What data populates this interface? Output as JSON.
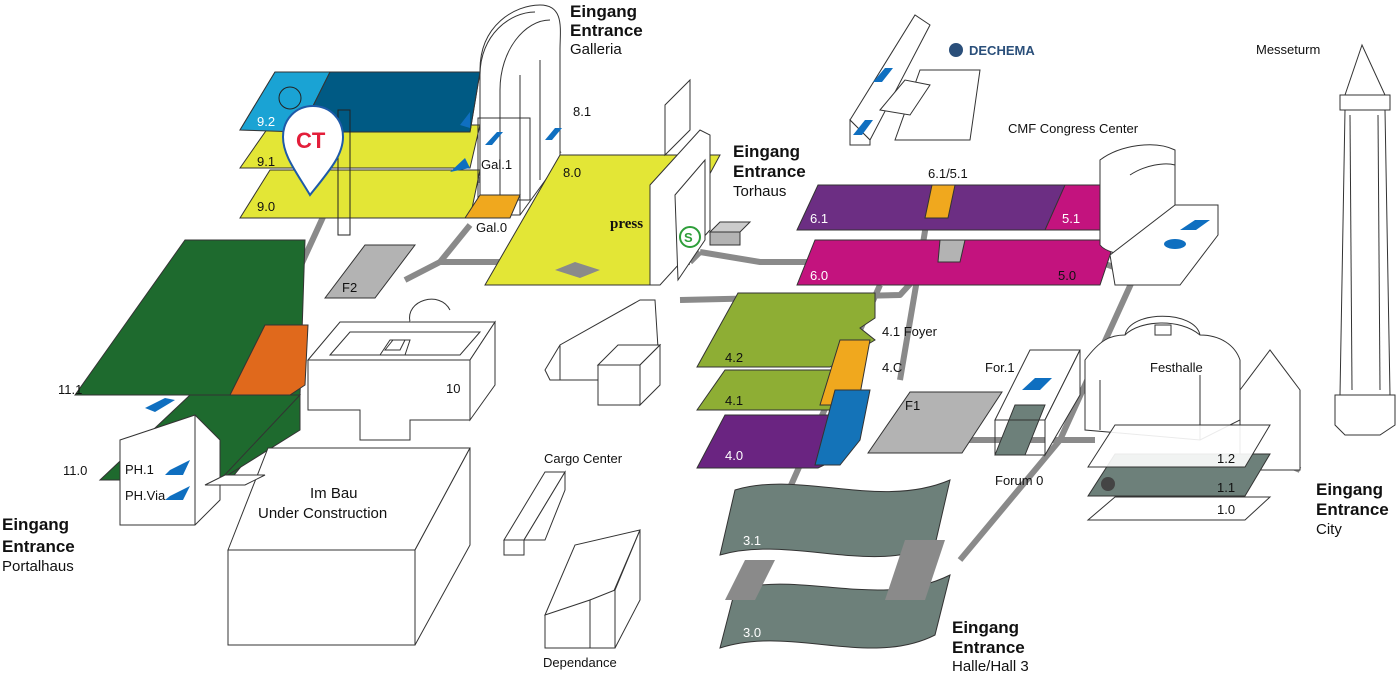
{
  "labels": {
    "h92": "9.2",
    "h91": "9.1",
    "h90": "9.0",
    "gal1": "Gal.1",
    "gal0": "Gal.0",
    "h81": "8.1",
    "h80": "8.0",
    "f2": "F2",
    "h10": "10",
    "h111": "11.1",
    "h110": "11.0",
    "ph1": "PH.1",
    "phvia": "PH.Via",
    "h61_51": "6.1/5.1",
    "h61": "6.1",
    "h51": "5.1",
    "h60": "6.0",
    "h50": "5.0",
    "foyer41": "4.1 Foyer",
    "h4c": "4.C",
    "h42": "4.2",
    "h41": "4.1",
    "h40": "4.0",
    "f1": "F1",
    "for1": "For.1",
    "festhalle": "Festhalle",
    "forum0": "Forum 0",
    "h12": "1.2",
    "h11": "1.1",
    "h10b": "1.0",
    "h31": "3.1",
    "h30": "3.0",
    "cargo": "Cargo Center",
    "dependance": "Dependance",
    "cmf": "CMF Congress Center",
    "messeturm": "Messeturm",
    "dechema": "DECHEMA",
    "press": "press",
    "sbahn": "S",
    "imbau": "Im Bau",
    "under": "Under Construction",
    "ct_logo": "CT"
  },
  "entrances": {
    "galleria": {
      "de": "Eingang",
      "en": "Entrance",
      "name": "Galleria"
    },
    "torhaus": {
      "de": "Eingang",
      "en": "Entrance",
      "name": "Torhaus"
    },
    "portalhaus": {
      "de": "Eingang",
      "en": "Entrance",
      "name": "Portalhaus"
    },
    "city": {
      "de": "Eingang",
      "en": "Entrance",
      "name": "City"
    },
    "hall3": {
      "de": "Eingang",
      "en": "Entrance",
      "name": "Halle/Hall 3"
    }
  },
  "colors": {
    "hall9_top": "#1aa3d4",
    "hall9_dark": "#005a84",
    "hall9_yellow": "#e3e636",
    "hall8": "#e3e636",
    "gallery_orange": "#f0a81e",
    "hall11": "#1e6a2e",
    "hall11_orange": "#e0691c",
    "hall6_5_purple": "#6c2e83",
    "hall6_5_magenta": "#c3137e",
    "hall4_green": "#8eae34",
    "hall4_purple": "#6a2481",
    "hall4_blue": "#1473b8",
    "hall3_grey": "#6d807a",
    "forum_grey": "#6d807a",
    "f_grey": "#b3b3b3",
    "walkway": "#8a8a8a",
    "marker_blue": "#0f6fc0",
    "ct_red": "#e31e3a",
    "ct_blue": "#1e5aa8"
  }
}
